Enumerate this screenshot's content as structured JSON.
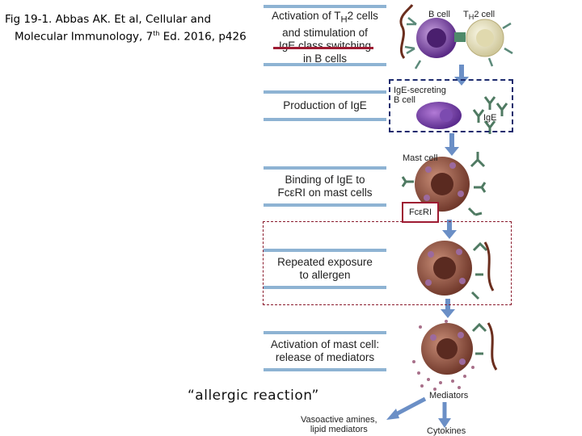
{
  "citation": {
    "line1": "Fig 19-1. Abbas AK. Et al, Cellular and",
    "line2_pre": "Molecular Immunology, 7",
    "line2_sup": "th",
    "line2_post": " Ed. 2016, p426"
  },
  "steps": [
    {
      "line1_pre": "Activation of T",
      "line1_sub": "H",
      "line1_post": "2 cells",
      "line2": "and stimulation of",
      "line3": "IgE class switching",
      "line4": "in B cells"
    },
    {
      "line1": "Production of IgE"
    },
    {
      "line1": "Binding of IgE to",
      "line2": "FcεRI on mast cells"
    },
    {
      "line1": "Repeated exposure",
      "line2": "to allergen"
    },
    {
      "line1": "Activation of mast cell:",
      "line2": "release of mediators"
    }
  ],
  "labels": {
    "b_cell": "B cell",
    "th2_pre": "T",
    "th2_sub": "H",
    "th2_post": "2 cell",
    "ige_secreting": "IgE-secreting",
    "ige_secreting_2": "B cell",
    "ige": "IgE",
    "mast_cell": "Mast cell",
    "fceri": "FcεRI",
    "mediators": "Mediators",
    "vasoactive_1": "Vasoactive amines,",
    "vasoactive_2": "lipid mediators",
    "cytokines": "Cytokines"
  },
  "annotation": "“allergic reaction”",
  "colors": {
    "step_border": "#8eb3d3",
    "highlight_red": "#9e1b32",
    "dashed_navy": "#1d2b6e",
    "arrow_blue": "#6b8fc6",
    "b_cell": "#7b3f9e",
    "th2_cell": "#e9e4c3",
    "mast_cell": "#8a4a3c"
  }
}
